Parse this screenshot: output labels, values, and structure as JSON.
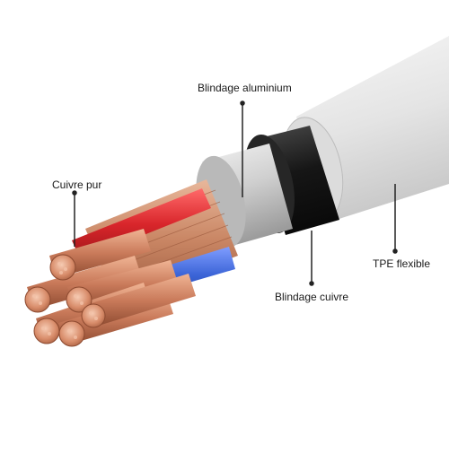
{
  "labels": {
    "aluminium_shield": "Blindage aluminium",
    "pure_copper": "Cuivre pur",
    "copper_shield": "Blindage cuivre",
    "tpe_jacket": "TPE flexible"
  },
  "colors": {
    "jacket": "#e9e9e9",
    "aluminium": "#d7d7d7",
    "copper_braid_shield": "#1e1e1e",
    "copper": "#c97a5a",
    "red_insulation": "#d9262b",
    "blue_insulation": "#3a63d6",
    "leader_line": "#222222"
  },
  "icons": {
    "jacket": "tpe-jacket-illustration",
    "aluminium": "aluminium-foil-illustration",
    "copper_shield": "copper-braid-shield-illustration",
    "wires": "copper-strand-illustration"
  }
}
